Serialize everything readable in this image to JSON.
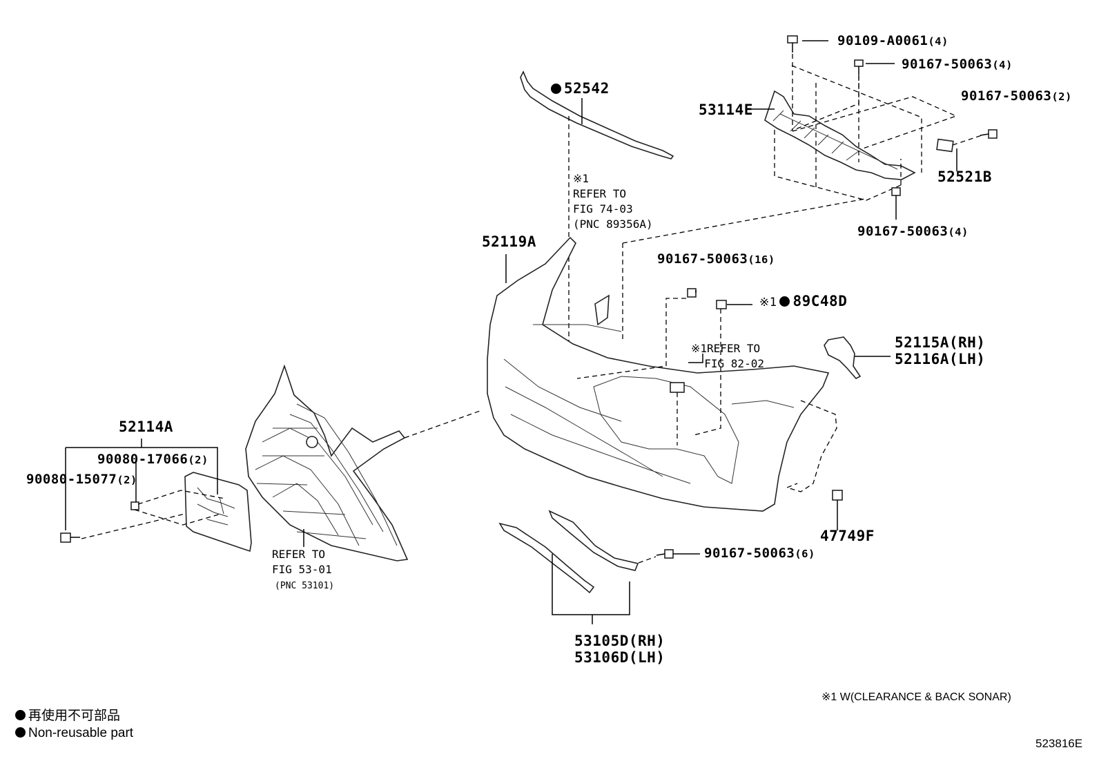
{
  "diagram_id": "523816E",
  "legend": {
    "jp": "再使用不可部品",
    "en": "Non-reusable part"
  },
  "footnote": "※1 W(CLEARANCE & BACK SONAR)",
  "parts": {
    "p_90109": {
      "pn": "90109-A0061",
      "qty": "(4)"
    },
    "p_90167_a": {
      "pn": "90167-50063",
      "qty": "(4)"
    },
    "p_90167_b": {
      "pn": "90167-50063",
      "qty": "(2)"
    },
    "p_53114e": {
      "pn": "53114E"
    },
    "p_52521b": {
      "pn": "52521B"
    },
    "p_90167_c": {
      "pn": "90167-50063",
      "qty": "(4)"
    },
    "p_52542": {
      "pn": "52542",
      "nonreusable": true
    },
    "p_52119a": {
      "pn": "52119A"
    },
    "p_90167_d": {
      "pn": "90167-50063",
      "qty": "(16)"
    },
    "p_89c48d": {
      "pn": "89C48D",
      "prefix": "※1",
      "nonreusable": true
    },
    "p_52115a": {
      "pn": "52115A(RH)"
    },
    "p_52116a": {
      "pn": "52116A(LH)"
    },
    "p_52114a": {
      "pn": "52114A"
    },
    "p_90080_a": {
      "pn": "90080-17066",
      "qty": "(2)"
    },
    "p_90080_b": {
      "pn": "90080-15077",
      "qty": "(2)"
    },
    "p_47749f": {
      "pn": "47749F"
    },
    "p_90167_e": {
      "pn": "90167-50063",
      "qty": "(6)"
    },
    "p_53105d": {
      "pn": "53105D(RH)"
    },
    "p_53106d": {
      "pn": "53106D(LH)"
    }
  },
  "refs": {
    "ref1": "※1\nREFER TO\nFIG 74-03\n(PNC 89356A)",
    "ref2": "※1REFER TO\n  FIG 82-02",
    "ref3": "REFER TO\nFIG 53-01",
    "ref3_pnc": "(PNC 53101)"
  }
}
